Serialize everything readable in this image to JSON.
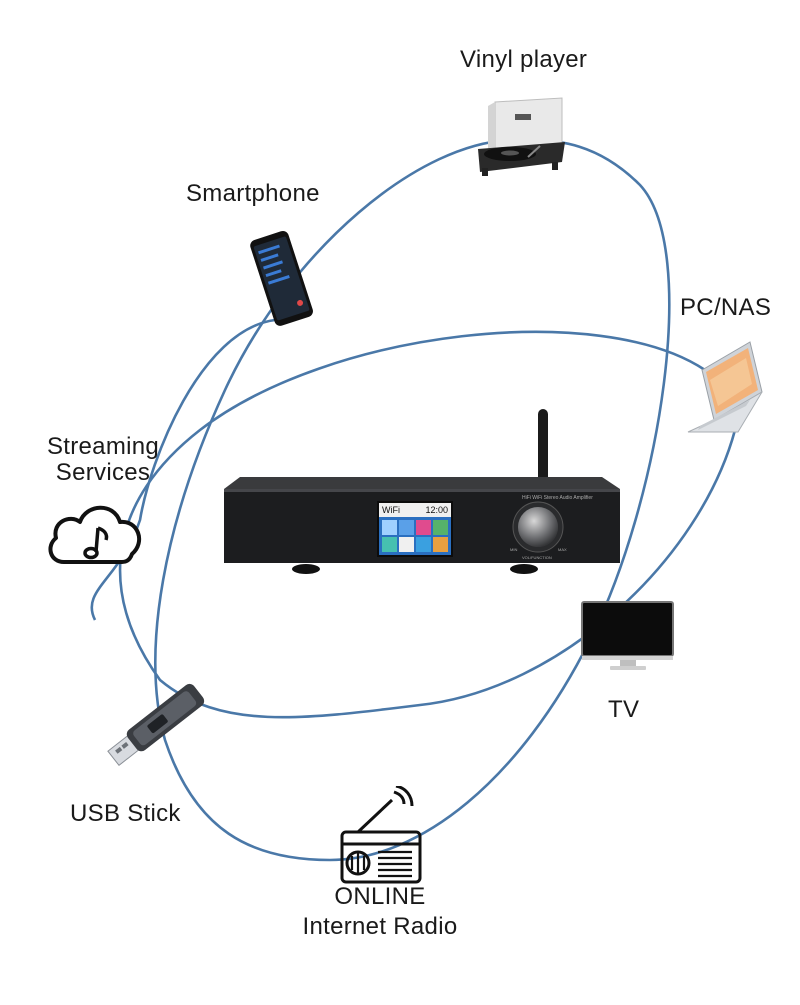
{
  "labels": {
    "vinyl": "Vinyl player",
    "smartphone": "Smartphone",
    "pcnas": "PC/NAS",
    "streaming_line1": "Streaming",
    "streaming_line2": "Services",
    "tv": "TV",
    "usb": "USB Stick",
    "radio_line1": "ONLINE",
    "radio_line2": "Internet Radio"
  },
  "device": {
    "screen_title": "WiFi",
    "screen_time": "12:00",
    "panel_text": "HiFi WiFi Stereo Audio Amplifier",
    "knob_label": "VOL/FUNCTION",
    "knob_min": "MIN",
    "knob_max": "MAX"
  },
  "colors": {
    "connection_line": "#4a78a8",
    "device_body": "#1c1d1f",
    "screen_bg": "#2a6fc0"
  },
  "icons": [
    "vinyl-player-icon",
    "smartphone-icon",
    "laptop-icon",
    "cloud-music-icon",
    "tv-icon",
    "usb-stick-icon",
    "radio-icon"
  ]
}
